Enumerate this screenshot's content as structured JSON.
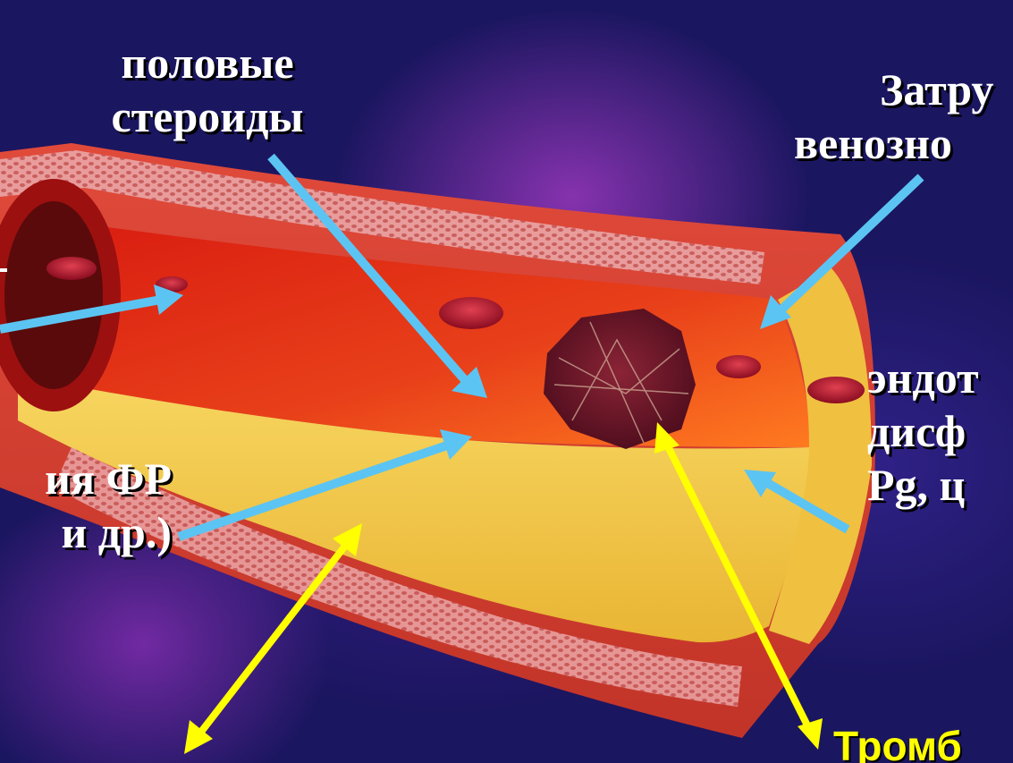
{
  "labels": {
    "sex_steroids": [
      "половые",
      "стероиды"
    ],
    "venous": [
      "Затру",
      "венозно"
    ],
    "endothelial": [
      "эндот",
      "дисф",
      "Pg, ц"
    ],
    "risk_factors": [
      "ия ФР",
      "и др.)"
    ],
    "thrombus": "Тромб"
  },
  "colors": {
    "label_text": "#ffffff",
    "thrombus_text": "#ffff00",
    "blue_arrow": "#5cc4f2",
    "yellow_arrow": "#ffff00",
    "background": "#231a70"
  }
}
